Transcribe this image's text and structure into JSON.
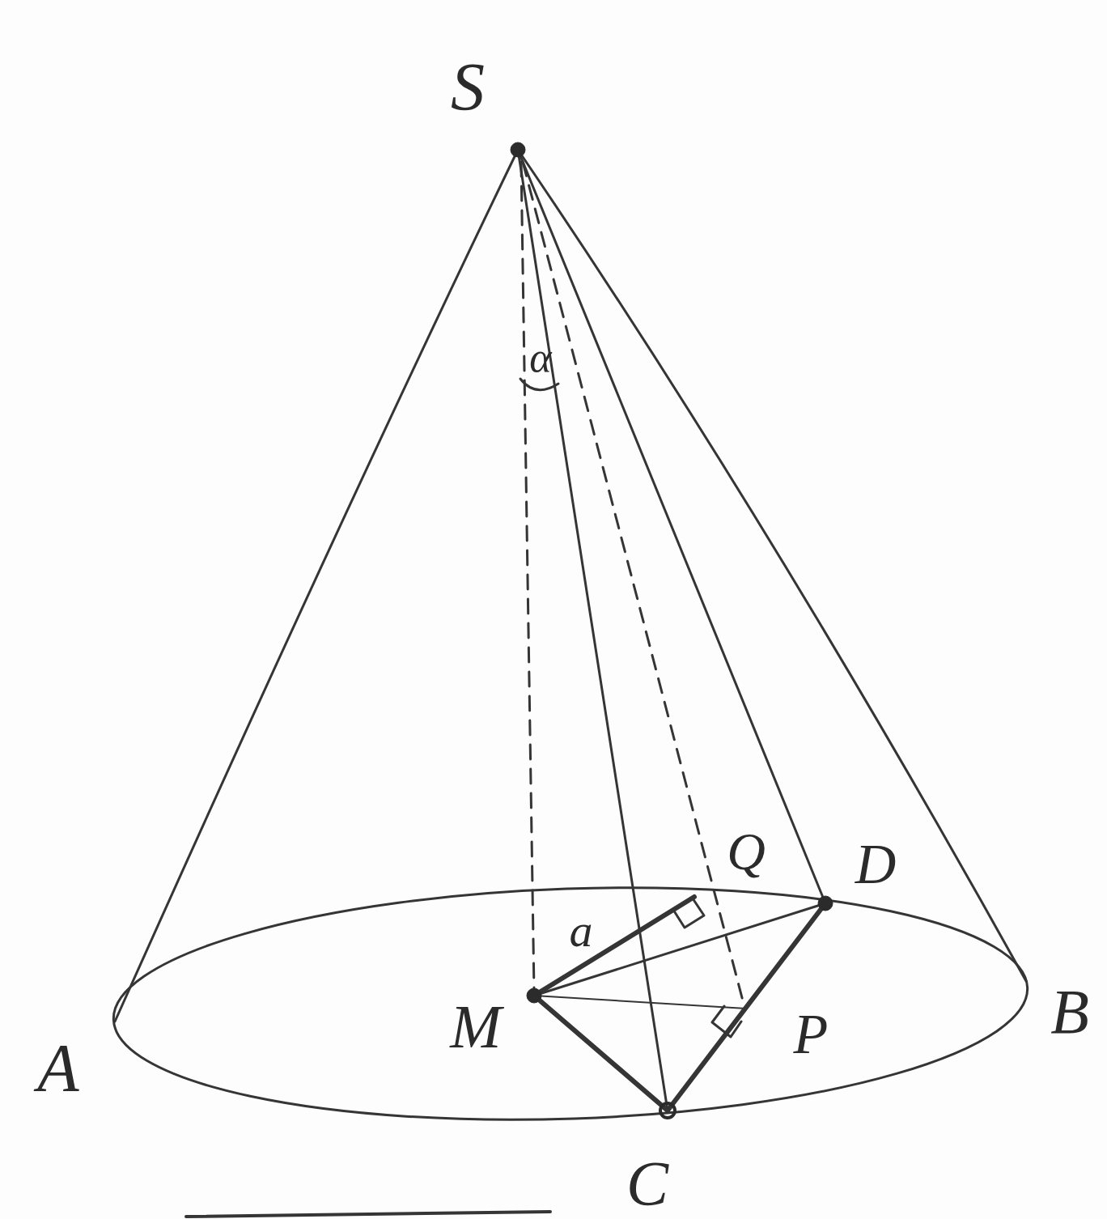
{
  "diagram": {
    "labels": [
      "S",
      "α",
      "Q",
      "D",
      "a",
      "M",
      "P",
      "B",
      "A",
      "C"
    ]
  }
}
